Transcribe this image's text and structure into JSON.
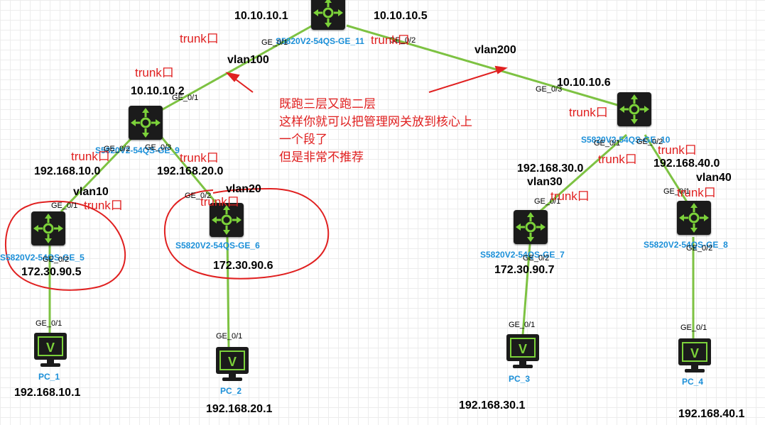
{
  "devices": {
    "core": {
      "name": "S5820V2-54QS-GE_11",
      "ip_left": "10.10.10.1",
      "ip_right": "10.10.10.5",
      "port_left": "GE_0/1",
      "port_right": "GE_0/2"
    },
    "sw9": {
      "name": "S5820V2-54QS-GE_9",
      "ip": "10.10.10.2",
      "port_up": "GE_0/1",
      "port_left": "GE_0/2",
      "port_right": "GE_0/3"
    },
    "sw10": {
      "name": "S5820V2-54QS-GE_10",
      "ip": "10.10.10.6",
      "port_up": "GE_0/3",
      "port_left": "GE_0/1",
      "port_right": "GE_0/2"
    },
    "sw5": {
      "name": "S5820V2-54QS-GE_5",
      "ip": "172.30.90.5",
      "port_up": "GE_0/1",
      "port_down": "GE_0/2"
    },
    "sw6": {
      "name": "S5820V2-54QS-GE_6",
      "ip": "172.30.90.6",
      "port_up": "GE_0/2"
    },
    "sw7": {
      "name": "S5820V2-54QS-GE_7",
      "ip": "172.30.90.7",
      "port_up": "GE_0/1",
      "port_down": "GE_0/2"
    },
    "sw8": {
      "name": "S5820V2-54QS-GE_8",
      "ip": "",
      "port_up": "GE_0/1",
      "port_down": "GE_0/2"
    }
  },
  "pcs": {
    "pc1": {
      "name": "PC_1",
      "ip": "192.168.10.1",
      "port": "GE_0/1"
    },
    "pc2": {
      "name": "PC_2",
      "ip": "192.168.20.1",
      "port": "GE_0/1"
    },
    "pc3": {
      "name": "PC_3",
      "ip": "192.168.30.1",
      "port": "GE_0/1"
    },
    "pc4": {
      "name": "PC_4",
      "ip": "192.168.40.1",
      "port": "GE_0/1"
    }
  },
  "subnets": {
    "s10": "192.168.10.0",
    "s20": "192.168.20.0",
    "s30": "192.168.30.0",
    "s40": "192.168.40.0"
  },
  "vlans": {
    "v10": "vlan10",
    "v20": "vlan20",
    "v30": "vlan30",
    "v40": "vlan40",
    "v100": "vlan100",
    "v200": "vlan200"
  },
  "trunk_label": "trunk口",
  "note": {
    "line1": "既跑三层又跑二层",
    "line2": "这样你就可以把管理网关放到核心上",
    "line3": "一个段了",
    "line4": "但是非常不推荐"
  },
  "colors": {
    "link": "#7dc242",
    "annotation": "#e02020",
    "device_label": "#1b8fd8",
    "device_icon": "#7cd23a"
  },
  "icons": {
    "switch": "router-switch-icon",
    "pc": "monitor-icon"
  }
}
